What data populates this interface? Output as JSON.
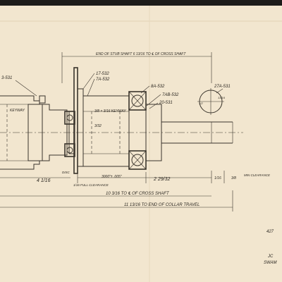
{
  "drawing": {
    "labels": {
      "end_stub_shaft": "END OF STUB SHAFT 6 13/16 TO ℄ OF CROSS SHAFT",
      "part_17_532": "17-532",
      "part_7a_532": "7A-532",
      "part_8a_532": "8A-532",
      "part_7ab_532": "7AB-532",
      "part_20_531": "20-531",
      "part_27a_531": "27A-531",
      "part_3_531": "3-531",
      "keyway_left": "KEYWAY",
      "keyway_mid": "3/8 × 3/16 KEYWAY",
      "dim_3_32": "3/32",
      "dim_4_1_16": "4 1/16",
      "dim_3000": "3000\"± .005\"",
      "dim_2_29_32": "2 29/32",
      "dim_1_16": "1/16",
      "dim_3_8": "3/8",
      "min_clearance": "MIN CLEARANCE",
      "disc": "DISC",
      "full_clearance": "1/16 FULL CLEARANCE",
      "dim_10": "10 3/16 TO ℄ OF CROSS SHAFT",
      "dim_11": "11 13/16 TO END OF COLLAR TRAVEL",
      "sheet_no": "427",
      "corner_line1": "JC",
      "corner_line2": "SWAM",
      "dim_small_1": "1/2",
      "dim_small_2": "13/16"
    }
  }
}
